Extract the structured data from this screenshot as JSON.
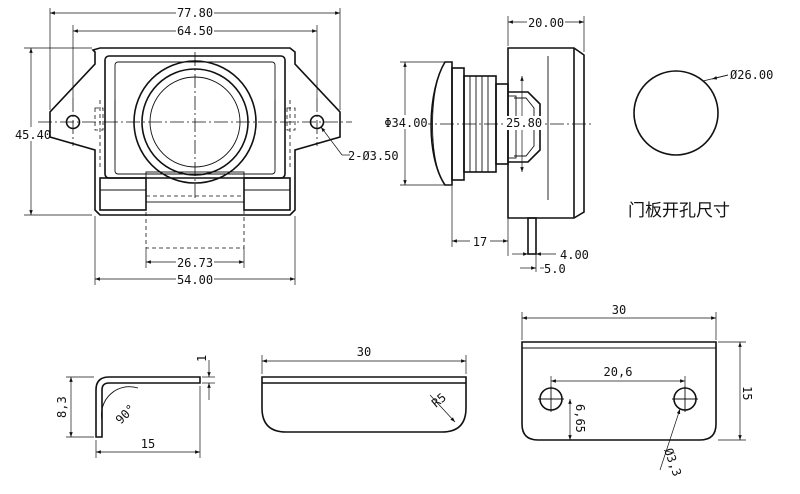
{
  "front_view": {
    "width_overall": "77.80",
    "hole_spacing": "64.50",
    "height": "45.40",
    "holes": "2-Ø3.50",
    "button_width": "26.73",
    "body_width": "54.00"
  },
  "side_view": {
    "depth": "20.00",
    "flange_dia": "Φ34.00",
    "thread_dia": "25.80",
    "protrusion": "17",
    "tongue": "4.00",
    "tongue_offset": "5.0"
  },
  "cutout": {
    "diameter": "Ø26.00",
    "caption": "门板开孔尺寸"
  },
  "bracket_side": {
    "height": "8,3",
    "thickness": "1",
    "angle": "90°",
    "length": "15"
  },
  "bracket_front": {
    "width": "30",
    "radius": "R5"
  },
  "bracket_top": {
    "width": "30",
    "hole_spacing": "20,6",
    "height": "15",
    "hole_offset": "6,65",
    "hole_dia": "Ø3,3"
  }
}
